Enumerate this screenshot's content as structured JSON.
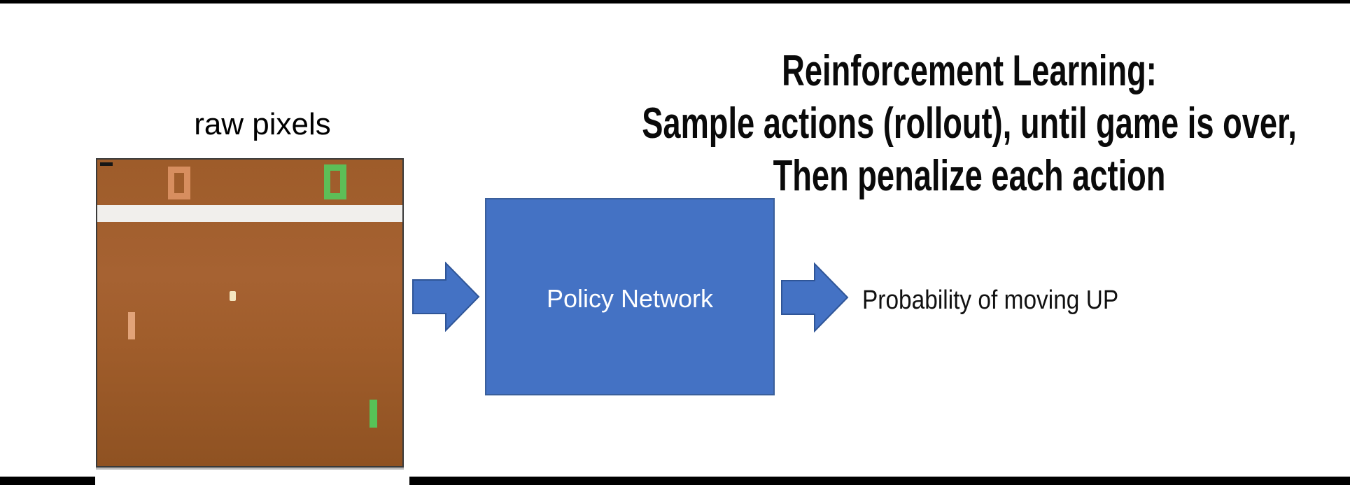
{
  "slide": {
    "raw_pixels_label": "raw pixels",
    "title_lines": [
      "Reinforcement Learning:",
      "Sample actions (rollout), until game is over,",
      "Then penalize each action"
    ],
    "policy_box_label": "Policy Network",
    "output_label": "Probability of moving UP",
    "game": {
      "score_left": "0",
      "score_right": "0"
    },
    "colors": {
      "box_blue": "#4472c4",
      "box_border_blue": "#2f5597",
      "arrow_blue": "#4472c4",
      "field_brown": "#a05d2b",
      "band_white": "#f1efec",
      "score_left_orange": "#d78e5f",
      "score_right_green": "#5dbe57",
      "paddle_left_tan": "#e2a379",
      "paddle_right_green": "#57c257",
      "ball_cream": "#f4e7c0",
      "edge_bar_black": "#000000"
    }
  }
}
